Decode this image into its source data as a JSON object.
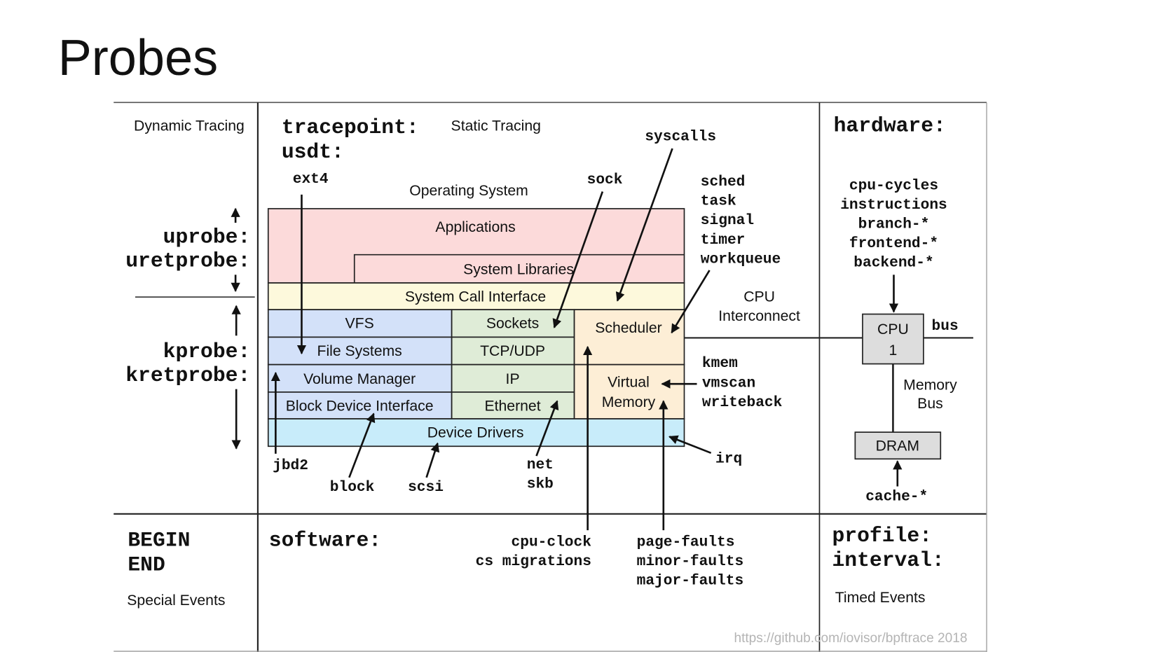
{
  "title": "Probes",
  "credit": "https://github.com/iovisor/bpftrace 2018",
  "colors": {
    "applications": "#fcdada",
    "syscall_interface": "#fdf9dc",
    "storage": "#d3e1f9",
    "network": "#dfecd7",
    "scheduler_vm": "#fdeed6",
    "device_drivers": "#c8ecfa",
    "hardware_box": "#dddddd"
  },
  "quadrants": {
    "dynamic": {
      "heading": "Dynamic Tracing",
      "user_probes": [
        "uprobe:",
        "uretprobe:"
      ],
      "kernel_probes": [
        "kprobe:",
        "kretprobe:"
      ]
    },
    "static": {
      "probes": [
        "tracepoint:",
        "usdt:"
      ],
      "heading": "Static Tracing",
      "os_label": "Operating System"
    },
    "hardware": {
      "probe": "hardware:",
      "events": [
        "cpu-cycles",
        "instructions",
        "branch-*",
        "frontend-*",
        "backend-*"
      ],
      "cpu_label": [
        "CPU",
        "1"
      ],
      "bus_label": "bus",
      "interconnect": [
        "CPU",
        "Interconnect"
      ],
      "memory_bus": [
        "Memory",
        "Bus"
      ],
      "dram_label": "DRAM",
      "cache": "cache-*"
    },
    "special": {
      "probes": [
        "BEGIN",
        "END"
      ],
      "heading": "Special Events"
    },
    "software": {
      "probe": "software:",
      "cpu_events": [
        "cpu-clock",
        "cs migrations"
      ],
      "fault_events": [
        "page-faults",
        "minor-faults",
        "major-faults"
      ]
    },
    "timed": {
      "probes": [
        "profile:",
        "interval:"
      ],
      "heading": "Timed Events"
    }
  },
  "layers": {
    "applications": "Applications",
    "system_libraries": "System Libraries",
    "syscall_interface": "System Call Interface",
    "vfs": "VFS",
    "file_systems": "File Systems",
    "volume_manager": "Volume Manager",
    "block_device": "Block Device Interface",
    "sockets": "Sockets",
    "tcp_udp": "TCP/UDP",
    "ip": "IP",
    "ethernet": "Ethernet",
    "scheduler": "Scheduler",
    "virtual_memory": [
      "Virtual",
      "Memory"
    ],
    "device_drivers": "Device Drivers"
  },
  "tracepoints": {
    "ext4": "ext4",
    "sock": "sock",
    "syscalls": "syscalls",
    "sched_group": [
      "sched",
      "task",
      "signal",
      "timer",
      "workqueue"
    ],
    "vm_group": [
      "kmem",
      "vmscan",
      "writeback"
    ],
    "irq": "irq",
    "jbd2": "jbd2",
    "block": "block",
    "scsi": "scsi",
    "net_group": [
      "net",
      "skb"
    ]
  }
}
